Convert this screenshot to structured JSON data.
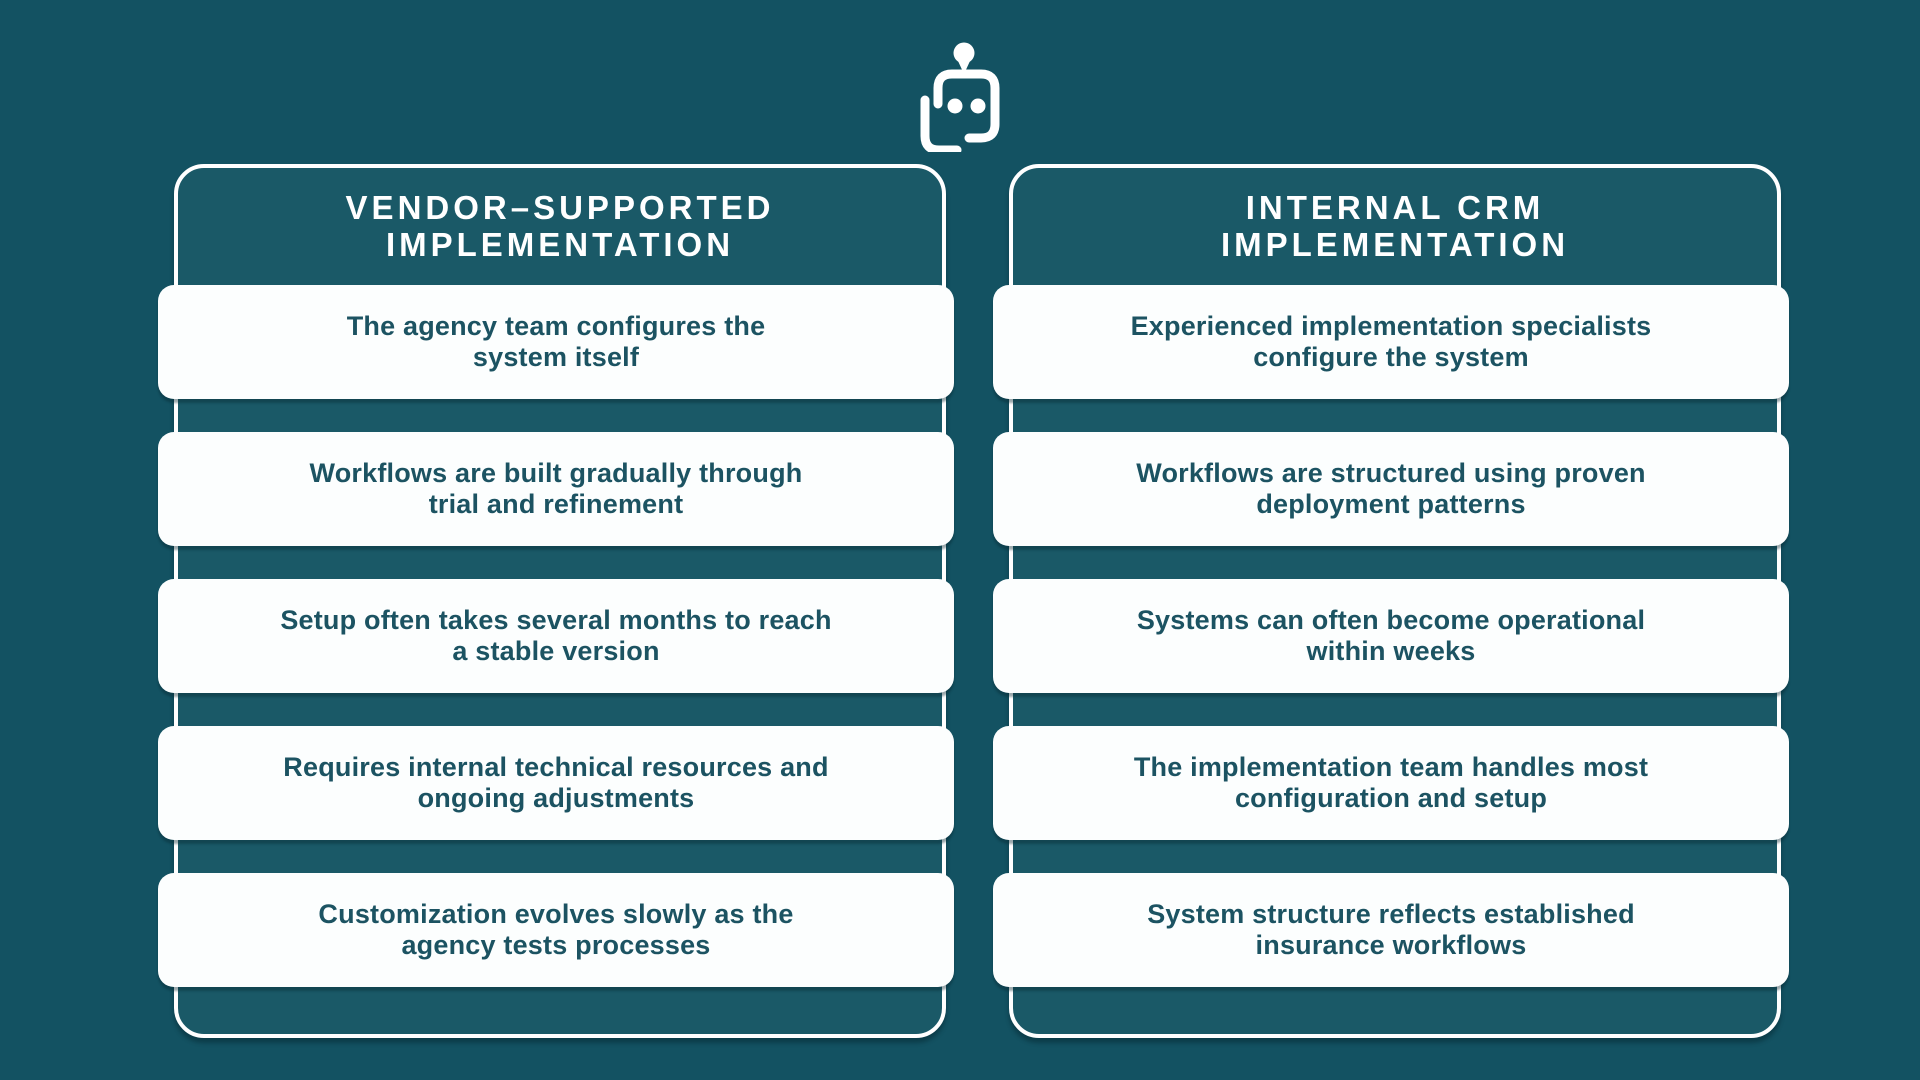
{
  "page": {
    "background_color": "#135262",
    "panel_fill_color": "#1A5967",
    "panel_border_color": "#ffffff",
    "card_fill_color": "#FCFEFE",
    "card_text_color": "#1C5362",
    "title_text_color": "#ffffff"
  },
  "logo": {
    "name": "robot-logo"
  },
  "columns": [
    {
      "title": "VENDOR–SUPPORTED\nIMPLEMENTATION",
      "cards": [
        "The agency team configures the\nsystem itself",
        "Workflows are built gradually through\ntrial and refinement",
        "Setup often takes several months to reach\na stable version",
        "Requires internal technical resources and\nongoing adjustments",
        "Customization evolves slowly as the\nagency tests processes"
      ]
    },
    {
      "title": "INTERNAL CRM\nIMPLEMENTATION",
      "cards": [
        "Experienced implementation specialists\nconfigure the system",
        "Workflows are structured using proven\ndeployment patterns",
        "Systems can often become operational\nwithin weeks",
        "The implementation team handles most\nconfiguration and setup",
        "System structure reflects established\ninsurance workflows"
      ]
    }
  ]
}
